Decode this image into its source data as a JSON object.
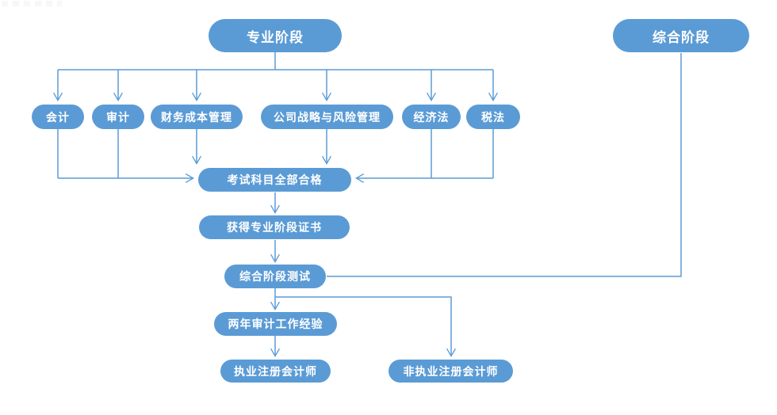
{
  "diagram": {
    "title": "CPA exam stages flowchart",
    "stages": {
      "professional": "专业阶段",
      "comprehensive": "综合阶段"
    },
    "subjects": [
      "会计",
      "审计",
      "财务成本管理",
      "公司战略与风险管理",
      "经济法",
      "税法"
    ],
    "steps": {
      "pass_all_subjects": "考试科目全部合格",
      "professional_certificate": "获得专业阶段证书",
      "comprehensive_test": "综合阶段测试",
      "work_experience": "两年审计工作经验",
      "practicing_cpa": "执业注册会计师",
      "non_practicing_cpa": "非执业注册会计师"
    },
    "colors": {
      "node_fill": "#5B9BD5",
      "node_text": "#FFFFFF",
      "connector": "#5B9BD5"
    }
  }
}
